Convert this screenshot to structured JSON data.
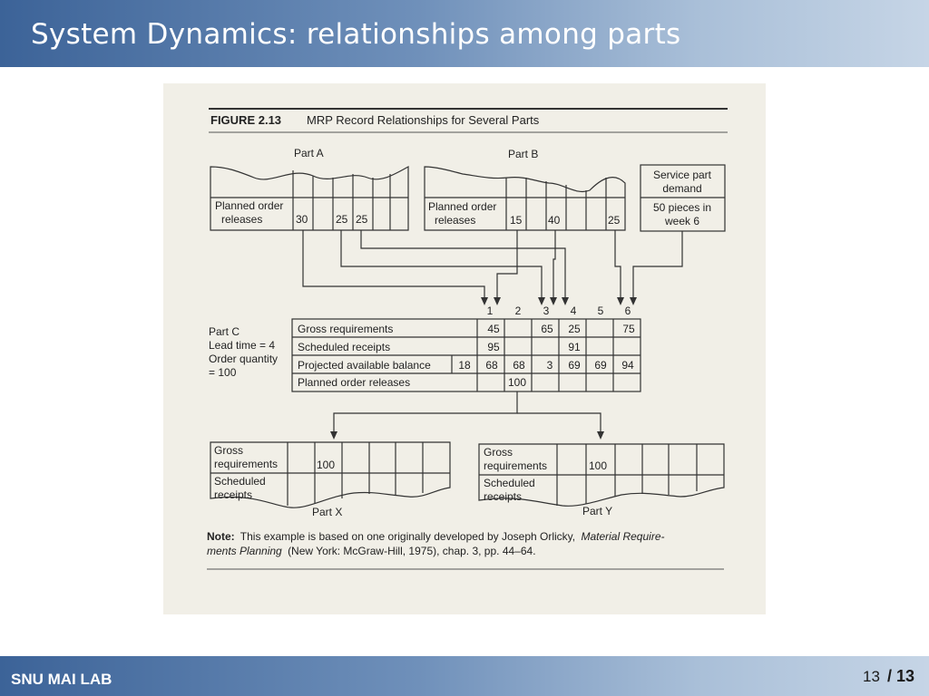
{
  "slide": {
    "title": "System Dynamics: relationships among parts",
    "footer_lab": "SNU MAI LAB",
    "page_current": "13",
    "page_total": "/ 13"
  },
  "figure": {
    "number": "FIGURE 2.13",
    "caption": "MRP Record Relationships for Several Parts",
    "part_a": {
      "label": "Part A",
      "row_label_1": "Planned order",
      "row_label_2": "releases",
      "values": [
        "30",
        "",
        "25",
        "25",
        "",
        ""
      ]
    },
    "part_b": {
      "label": "Part B",
      "row_label_1": "Planned order",
      "row_label_2": "releases",
      "values": [
        "15",
        "",
        "40",
        "",
        "",
        "25"
      ]
    },
    "service": {
      "header_1": "Service part",
      "header_2": "demand",
      "body_1": "50 pieces in",
      "body_2": "week 6"
    },
    "part_c": {
      "label_lines": [
        "Part C",
        "Lead time = 4",
        "Order quantity",
        "= 100"
      ],
      "periods": [
        "1",
        "2",
        "3",
        "4",
        "5",
        "6"
      ],
      "rows": [
        {
          "label": "Gross requirements",
          "initial": "",
          "values": [
            "45",
            "",
            "65",
            "25",
            "",
            "75"
          ]
        },
        {
          "label": "Scheduled receipts",
          "initial": "",
          "values": [
            "95",
            "",
            "",
            "91",
            "",
            ""
          ]
        },
        {
          "label": "Projected available balance",
          "initial": "18",
          "values": [
            "68",
            "68",
            "3",
            "69",
            "69",
            "94"
          ]
        },
        {
          "label": "Planned order releases",
          "initial": "",
          "values": [
            "",
            "100",
            "",
            "",
            "",
            ""
          ]
        }
      ]
    },
    "part_x": {
      "label": "Part X",
      "gross_1": "Gross",
      "gross_2": "requirements",
      "sched_1": "Scheduled",
      "sched_2": "receipts",
      "values": [
        "100",
        "",
        "",
        "",
        ""
      ]
    },
    "part_y": {
      "label": "Part Y",
      "gross_1": "Gross",
      "gross_2": "requirements",
      "sched_1": "Scheduled",
      "sched_2": "receipts",
      "values": [
        "100",
        "",
        "",
        "",
        ""
      ]
    },
    "note_lead": "Note:",
    "note_line1": "This example is based on one originally developed by Joseph Orlicky,",
    "note_italic1": "Material Require-",
    "note_italic2": "ments Planning",
    "note_line2": "(New York: McGraw-Hill, 1975), chap. 3, pp. 44–64."
  }
}
